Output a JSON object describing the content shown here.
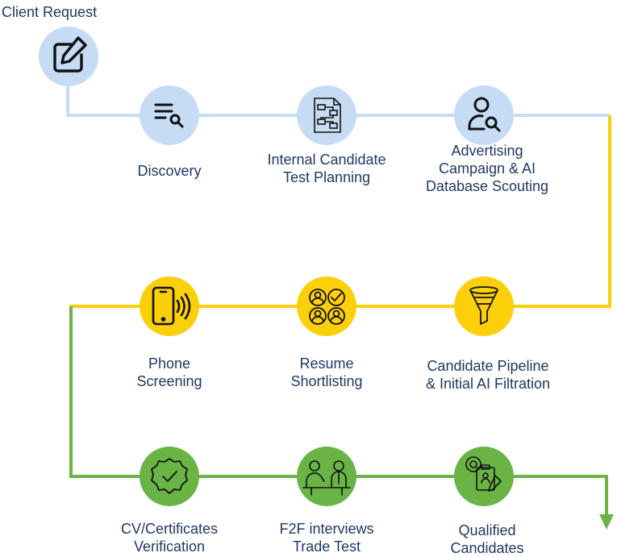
{
  "start": {
    "label": "Client Request",
    "icon": "edit-icon"
  },
  "colors": {
    "blue": "#c5dcf4",
    "yellow": "#fccf0b",
    "green": "#6ab446",
    "text": "#1f3864",
    "icon_stroke": "#111111"
  },
  "rows": [
    {
      "color": "blue",
      "steps": [
        {
          "lines": [
            "Discovery"
          ],
          "icon": "list-search-icon"
        },
        {
          "lines": [
            "Internal Candidate",
            "Test Planning"
          ],
          "icon": "workflow-document-icon"
        },
        {
          "lines": [
            "Advertising",
            "Campaign & AI",
            "Database Scouting"
          ],
          "icon": "user-search-icon"
        }
      ]
    },
    {
      "color": "yellow",
      "steps": [
        {
          "lines": [
            "Phone",
            "Screening"
          ],
          "icon": "phone-ringing-icon"
        },
        {
          "lines": [
            "Resume",
            "Shortlisting"
          ],
          "icon": "people-check-icon"
        },
        {
          "lines": [
            "Candidate Pipeline",
            "& Initial AI Filtration"
          ],
          "icon": "funnel-icon"
        }
      ]
    },
    {
      "color": "green",
      "steps": [
        {
          "lines": [
            "CV/Certificates",
            "Verification"
          ],
          "icon": "verified-badge-icon"
        },
        {
          "lines": [
            "F2F interviews",
            "Trade Test"
          ],
          "icon": "interview-icon"
        },
        {
          "lines": [
            "Qualified",
            "Candidates"
          ],
          "icon": "qualified-candidate-icon"
        }
      ]
    }
  ]
}
